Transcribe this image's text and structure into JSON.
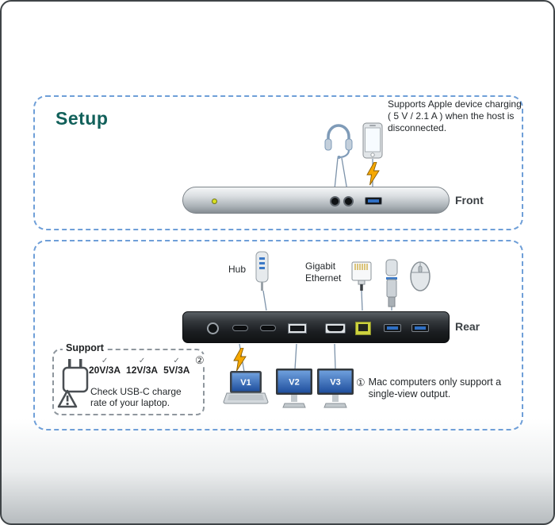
{
  "page": {
    "title": "Setup"
  },
  "front": {
    "panel_label": "Front",
    "note": "Supports Apple device charging ( 5 V / 2.1 A ) when the host is disconnected."
  },
  "rear": {
    "panel_label": "Rear",
    "hub_label": "Hub",
    "ethernet_label": "Gigabit Ethernet",
    "displays": [
      {
        "label": "V1"
      },
      {
        "label": "V2"
      },
      {
        "label": "V3"
      }
    ],
    "mac_note_marker": "①",
    "mac_note": "Mac computers only support a single-view output."
  },
  "support": {
    "title": "Support",
    "marker": "②",
    "ratings": [
      {
        "check": "✓",
        "label": "20V/3A"
      },
      {
        "check": "✓",
        "label": "12V/3A"
      },
      {
        "check": "✓",
        "label": "5V/3A"
      }
    ],
    "note": "Check USB-C charge rate of your laptop."
  }
}
